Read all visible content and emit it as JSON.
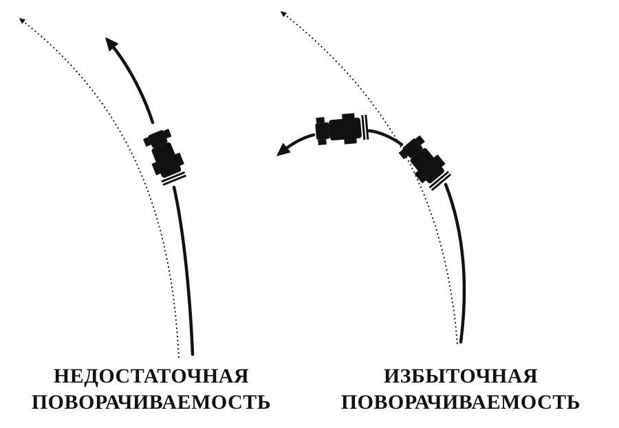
{
  "left": {
    "line1": "НЕДОСТАТОЧНАЯ",
    "line2": "ПОВОРАЧИВАЕМОСТЬ"
  },
  "right": {
    "line1": "ИЗБЫТОЧНАЯ",
    "line2": "ПОВОРАЧИВАЕМОСТЬ"
  },
  "colors": {
    "ink": "#111111",
    "background": "#ffffff"
  }
}
